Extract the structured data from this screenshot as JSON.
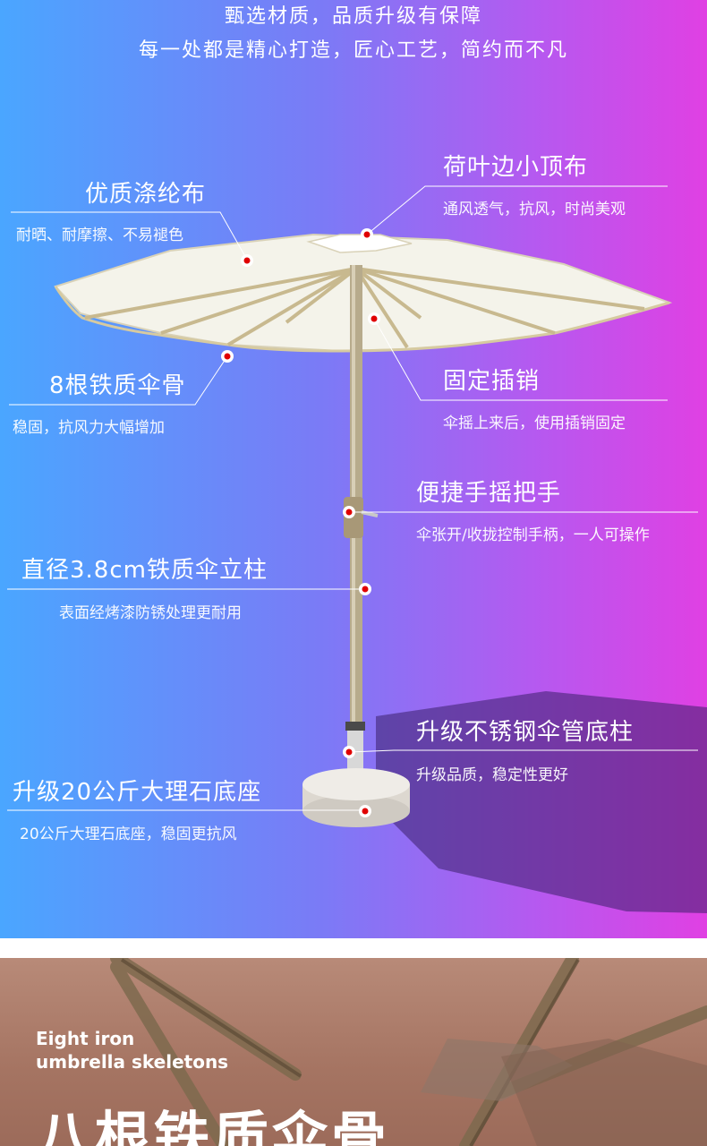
{
  "header": {
    "line1": "甄选材质，品质升级有保障",
    "line2": "每一处都是精心打造，匠心工艺，简约而不凡"
  },
  "features": [
    {
      "title": "优质涤纶布",
      "desc": "耐晒、耐摩擦、不易褪色"
    },
    {
      "title": "荷叶边小顶布",
      "desc": "通风透气，抗风，时尚美观"
    },
    {
      "title": "8根铁质伞骨",
      "desc": "稳固，抗风力大幅增加"
    },
    {
      "title": "固定插销",
      "desc": "伞摇上来后，使用插销固定"
    },
    {
      "title": "便捷手摇把手",
      "desc": "伞张开/收拢控制手柄，一人可操作"
    },
    {
      "title": "直径3.8cm铁质伞立柱",
      "desc": "表面经烤漆防锈处理更耐用"
    },
    {
      "title": "升级不锈钢伞管底柱",
      "desc": "升级品质，稳定性更好"
    },
    {
      "title": "升级20公斤大理石底座",
      "desc": "20公斤大理石底座，稳固更抗风"
    }
  ],
  "bottom": {
    "en_line1": "Eight iron",
    "en_line2": "umbrella skeletons",
    "title": "八根铁质伞骨"
  },
  "colors": {
    "marker": "#e00000",
    "text": "#ffffff"
  }
}
